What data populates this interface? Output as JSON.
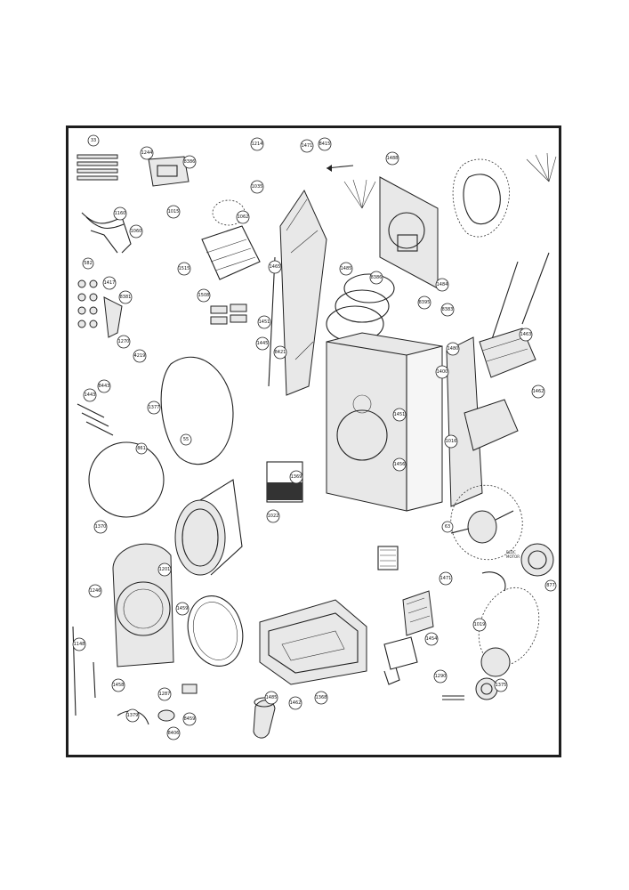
{
  "diagram": {
    "callouts": [
      {
        "id": "c-33",
        "text": "33"
      },
      {
        "id": "c-1244",
        "text": "1244"
      },
      {
        "id": "c-8386a",
        "text": "8386"
      },
      {
        "id": "c-1214",
        "text": "1214"
      },
      {
        "id": "c-1471",
        "text": "1471"
      },
      {
        "id": "c-8415",
        "text": "8415"
      },
      {
        "id": "c-1488",
        "text": "1488"
      },
      {
        "id": "c-1160",
        "text": "1160"
      },
      {
        "id": "c-1060",
        "text": "1060"
      },
      {
        "id": "c-1015",
        "text": "1015"
      },
      {
        "id": "c-1062",
        "text": "1062"
      },
      {
        "id": "c-1035",
        "text": "1035"
      },
      {
        "id": "c-582",
        "text": "582"
      },
      {
        "id": "c-1417",
        "text": "1417"
      },
      {
        "id": "c-8381",
        "text": "8381"
      },
      {
        "id": "c-1270",
        "text": "1270"
      },
      {
        "id": "c-4219",
        "text": "4219"
      },
      {
        "id": "c-8443",
        "text": "8443"
      },
      {
        "id": "c-1377",
        "text": "1377"
      },
      {
        "id": "c-1515",
        "text": "1515"
      },
      {
        "id": "c-1508",
        "text": "1508"
      },
      {
        "id": "c-1465",
        "text": "1465"
      },
      {
        "id": "c-1451",
        "text": "1451"
      },
      {
        "id": "c-1445",
        "text": "1445"
      },
      {
        "id": "c-1485",
        "text": "1485"
      },
      {
        "id": "c-8386b",
        "text": "8386"
      },
      {
        "id": "c-1484",
        "text": "1484"
      },
      {
        "id": "c-8395",
        "text": "8395"
      },
      {
        "id": "c-8383",
        "text": "8383"
      },
      {
        "id": "c-1480",
        "text": "1480"
      },
      {
        "id": "c-1400",
        "text": "1400"
      },
      {
        "id": "c-1463",
        "text": "1463"
      },
      {
        "id": "c-1462",
        "text": "1462"
      },
      {
        "id": "c-8421",
        "text": "8421"
      },
      {
        "id": "c-1443",
        "text": "1443"
      },
      {
        "id": "c-861",
        "text": "861"
      },
      {
        "id": "c-55",
        "text": "55"
      },
      {
        "id": "c-1022",
        "text": "1022"
      },
      {
        "id": "c-1369",
        "text": "1369"
      },
      {
        "id": "c-1451b",
        "text": "1451"
      },
      {
        "id": "c-1456",
        "text": "1456"
      },
      {
        "id": "c-63",
        "text": "63"
      },
      {
        "id": "c-1370",
        "text": "1370"
      },
      {
        "id": "c-1246",
        "text": "1246"
      },
      {
        "id": "c-1201",
        "text": "1201"
      },
      {
        "id": "c-1459",
        "text": "1459"
      },
      {
        "id": "c-1471b",
        "text": "1471"
      },
      {
        "id": "c-1454",
        "text": "1454"
      },
      {
        "id": "c-1148",
        "text": "1148"
      },
      {
        "id": "c-1485b",
        "text": "1485"
      },
      {
        "id": "c-1462b",
        "text": "1462"
      },
      {
        "id": "c-1368",
        "text": "1368"
      },
      {
        "id": "c-1458",
        "text": "1458"
      },
      {
        "id": "c-1379",
        "text": "1379"
      },
      {
        "id": "c-8406",
        "text": "8406"
      },
      {
        "id": "c-1287",
        "text": "1287"
      },
      {
        "id": "c-8459",
        "text": "8459"
      },
      {
        "id": "c-1019",
        "text": "1019"
      },
      {
        "id": "c-1375",
        "text": "1375"
      },
      {
        "id": "c-877",
        "text": "877"
      },
      {
        "id": "c-1290",
        "text": "1290"
      },
      {
        "id": "c-1016",
        "text": "1016"
      }
    ],
    "annotation": "BLDC\nMOTOR"
  }
}
